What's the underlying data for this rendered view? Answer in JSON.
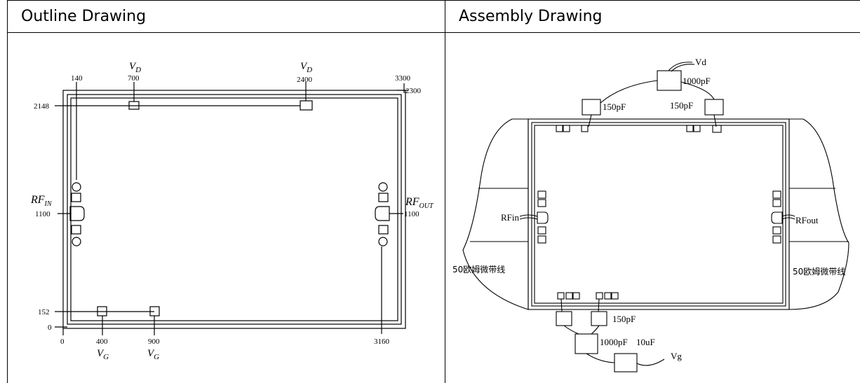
{
  "headers": {
    "left": "Outline Drawing",
    "right": "Assembly Drawing"
  },
  "outline": {
    "vd_labels": [
      "V",
      "V"
    ],
    "vd_sub": "D",
    "top_dims": [
      "140",
      "700",
      "2400",
      "3300"
    ],
    "right_dims": [
      "2300",
      "1100"
    ],
    "left_dims": [
      "2148",
      "1100",
      "152",
      "0"
    ],
    "bottom_dims": [
      "0",
      "400",
      "900",
      "3160"
    ],
    "vg_label": "V",
    "vg_sub": "G",
    "rf_in": "RF",
    "rf_in_sub": "IN",
    "rf_out": "RF",
    "rf_out_sub": "OUT"
  },
  "assembly": {
    "vd": "Vd",
    "vg": "Vg",
    "cap_1000pf_top": "1000pF",
    "cap_150pf_left": "150pF",
    "cap_150pf_right": "150pF",
    "cap_150pf_bottom": "150pF",
    "cap_1000pf_bottom": "1000pF",
    "cap_10uf": "10uF",
    "rfin": "RFin",
    "rfout": "RFout",
    "microstrip_left": "50欧姆微带线",
    "microstrip_right": "50欧姆微带线"
  }
}
